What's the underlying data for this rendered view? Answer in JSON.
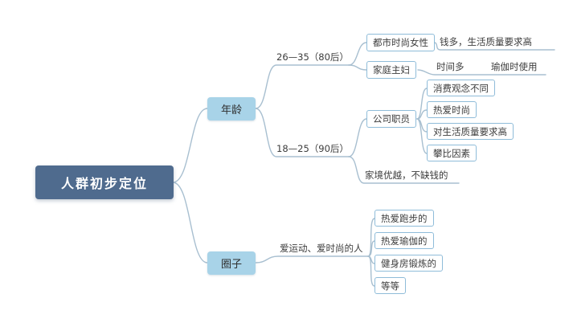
{
  "colors": {
    "canvas_bg": "#ffffff",
    "root_fill": "#4f6b8e",
    "root_text": "#ffffff",
    "branch_fill": "#a8d3e8",
    "branch_text": "#2f2f2f",
    "leaf_fill": "#ffffff",
    "leaf_border": "#8fbcd9",
    "leaf_text": "#3c3c3c",
    "text_node_color": "#3c3c3c",
    "line": "#a8bfd0"
  },
  "mindmap": {
    "root": {
      "label": "人群初步定位"
    },
    "branches": [
      {
        "label": "年龄",
        "children": [
          {
            "label": "26—35（80后）",
            "children": [
              {
                "label": "都市时尚女性",
                "children": [
                  {
                    "label": "钱多，生活质量要求高"
                  }
                ]
              },
              {
                "label": "家庭主妇",
                "children": [
                  {
                    "label": "时间多",
                    "children": [
                      {
                        "label": "瑜伽时使用"
                      }
                    ]
                  }
                ]
              }
            ]
          },
          {
            "label": "18—25（90后）",
            "children": [
              {
                "label": "公司职员",
                "children": [
                  {
                    "label": "消费观念不同"
                  },
                  {
                    "label": "热爱时尚"
                  },
                  {
                    "label": "对生活质量要求高"
                  },
                  {
                    "label": "攀比因素"
                  }
                ]
              },
              {
                "label": "家境优越，不缺钱的"
              }
            ]
          }
        ]
      },
      {
        "label": "圈子",
        "children": [
          {
            "label": "爱运动、爱时尚的人",
            "children": [
              {
                "label": "热爱跑步的"
              },
              {
                "label": "热爱瑜伽的"
              },
              {
                "label": "健身房锻炼的"
              },
              {
                "label": "等等"
              }
            ]
          }
        ]
      }
    ]
  }
}
